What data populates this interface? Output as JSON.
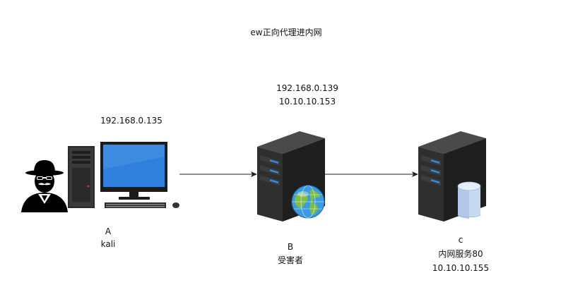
{
  "title": "ew正向代理进内网",
  "nodes": {
    "a": {
      "ip": "192.168.0.135",
      "letter": "A",
      "name": "kali"
    },
    "b": {
      "ip1": "192.168.0.139",
      "ip2": "10.10.10.153",
      "letter": "B",
      "name": "受害者"
    },
    "c": {
      "letter": "c",
      "name": "内网服务80",
      "ip": "10.10.10.155"
    }
  },
  "edges": [
    {
      "from": "a",
      "to": "b"
    },
    {
      "from": "b",
      "to": "c"
    }
  ],
  "colors": {
    "server_body": "#2f2f2f",
    "server_light": "#2f8de4",
    "monitor_screen": "#2f7fdc",
    "globe_water": "#3a9be0",
    "globe_land": "#7bc043",
    "database": "#c8d9f2",
    "arrow": "#222222"
  },
  "icons": {
    "a": [
      "hacker-icon",
      "desktop-computer-icon"
    ],
    "b": [
      "server-icon",
      "globe-icon"
    ],
    "c": [
      "server-icon",
      "database-icon"
    ]
  }
}
